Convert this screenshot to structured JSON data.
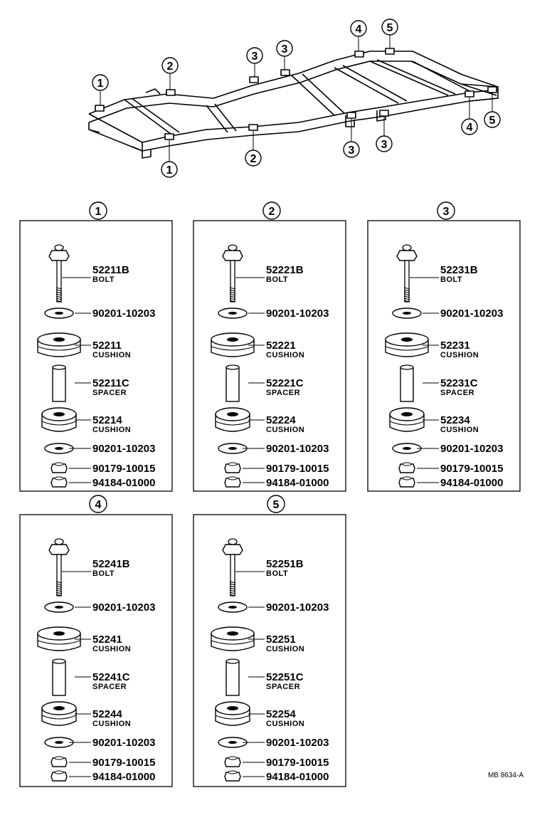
{
  "frame_callouts": [
    {
      "id": "c1a",
      "label": "1"
    },
    {
      "id": "c2a",
      "label": "2"
    },
    {
      "id": "c3a",
      "label": "3"
    },
    {
      "id": "c3b",
      "label": "3"
    },
    {
      "id": "c4a",
      "label": "4"
    },
    {
      "id": "c5a",
      "label": "5"
    },
    {
      "id": "c1b",
      "label": "1"
    },
    {
      "id": "c2b",
      "label": "2"
    },
    {
      "id": "c3c",
      "label": "3"
    },
    {
      "id": "c3d",
      "label": "3"
    },
    {
      "id": "c4b",
      "label": "4"
    },
    {
      "id": "c5b",
      "label": "5"
    }
  ],
  "groups": [
    {
      "label": "1",
      "parts": [
        {
          "num": "52211B",
          "desc": "BOLT"
        },
        {
          "num": "90201-10203",
          "desc": ""
        },
        {
          "num": "52211",
          "desc": "CUSHION"
        },
        {
          "num": "52211C",
          "desc": "SPACER"
        },
        {
          "num": "52214",
          "desc": "CUSHION"
        },
        {
          "num": "90201-10203",
          "desc": ""
        },
        {
          "num": "90179-10015",
          "desc": ""
        },
        {
          "num": "94184-01000",
          "desc": ""
        }
      ]
    },
    {
      "label": "2",
      "parts": [
        {
          "num": "52221B",
          "desc": "BOLT"
        },
        {
          "num": "90201-10203",
          "desc": ""
        },
        {
          "num": "52221",
          "desc": "CUSHION"
        },
        {
          "num": "52221C",
          "desc": "SPACER"
        },
        {
          "num": "52224",
          "desc": "CUSHION"
        },
        {
          "num": "90201-10203",
          "desc": ""
        },
        {
          "num": "90179-10015",
          "desc": ""
        },
        {
          "num": "94184-01000",
          "desc": ""
        }
      ]
    },
    {
      "label": "3",
      "parts": [
        {
          "num": "52231B",
          "desc": "BOLT"
        },
        {
          "num": "90201-10203",
          "desc": ""
        },
        {
          "num": "52231",
          "desc": "CUSHION"
        },
        {
          "num": "52231C",
          "desc": "SPACER"
        },
        {
          "num": "52234",
          "desc": "CUSHION"
        },
        {
          "num": "90201-10203",
          "desc": ""
        },
        {
          "num": "90179-10015",
          "desc": ""
        },
        {
          "num": "94184-01000",
          "desc": ""
        }
      ]
    },
    {
      "label": "4",
      "parts": [
        {
          "num": "52241B",
          "desc": "BOLT"
        },
        {
          "num": "90201-10203",
          "desc": ""
        },
        {
          "num": "52241",
          "desc": "CUSHION"
        },
        {
          "num": "52241C",
          "desc": "SPACER"
        },
        {
          "num": "52244",
          "desc": "CUSHION"
        },
        {
          "num": "90201-10203",
          "desc": ""
        },
        {
          "num": "90179-10015",
          "desc": ""
        },
        {
          "num": "94184-01000",
          "desc": ""
        }
      ]
    },
    {
      "label": "5",
      "parts": [
        {
          "num": "52251B",
          "desc": "BOLT"
        },
        {
          "num": "90201-10203",
          "desc": ""
        },
        {
          "num": "52251",
          "desc": "CUSHION"
        },
        {
          "num": "52251C",
          "desc": "SPACER"
        },
        {
          "num": "52254",
          "desc": "CUSHION"
        },
        {
          "num": "90201-10203",
          "desc": ""
        },
        {
          "num": "90179-10015",
          "desc": ""
        },
        {
          "num": "94184-01000",
          "desc": ""
        }
      ]
    }
  ],
  "reference_code": "MB  8634-A"
}
